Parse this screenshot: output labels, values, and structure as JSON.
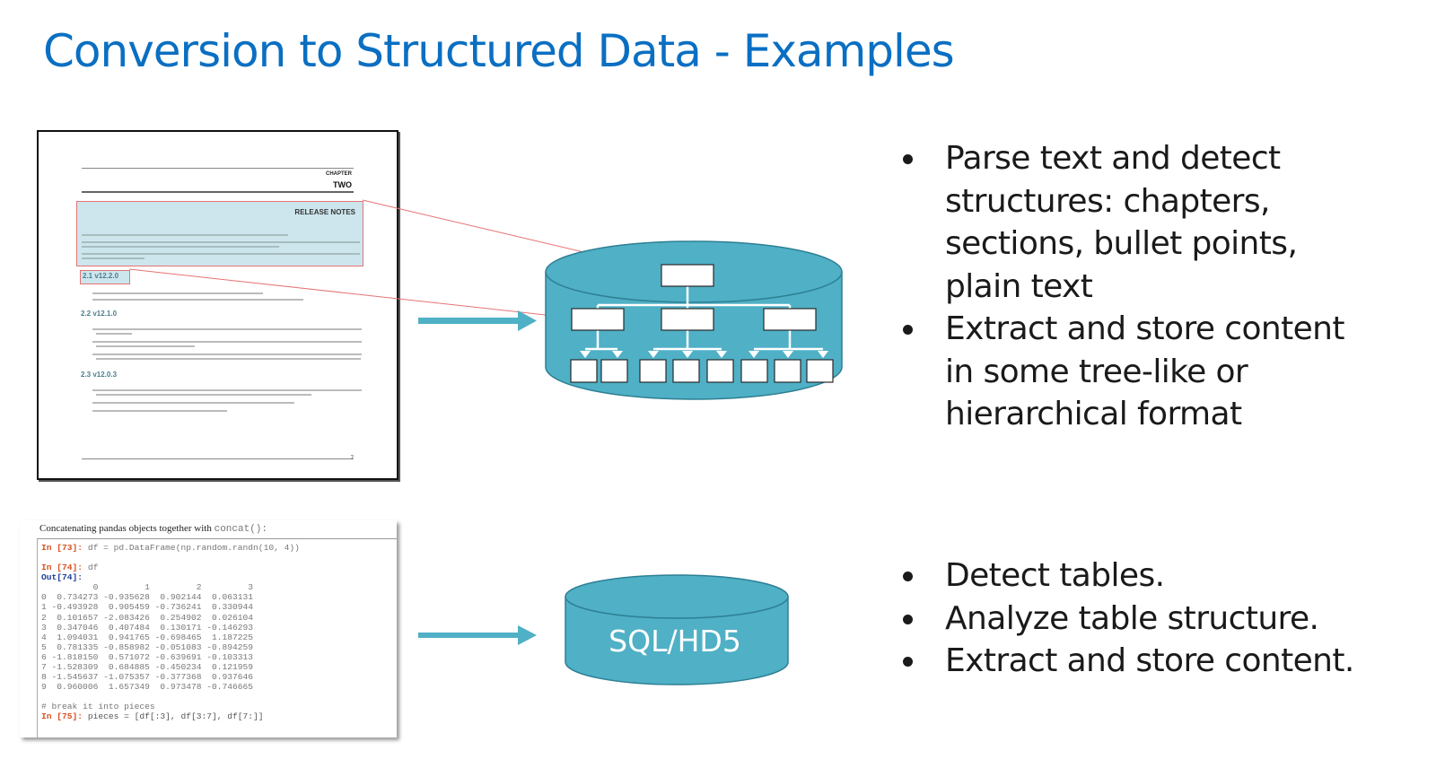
{
  "slide": {
    "title": "Conversion to Structured Data - Examples"
  },
  "document_example": {
    "chapter_label": "CHAPTER",
    "chapter_number": "TWO",
    "release_notes_heading": "RELEASE NOTES",
    "sections": [
      "2.1  v12.2.0",
      "2.2  v12.1.0",
      "2.3  v12.0.3"
    ],
    "page_number": "7"
  },
  "tree_database": {
    "levels": {
      "root": 1,
      "children": 3,
      "grandchildren_per_child": [
        2,
        3,
        3
      ]
    },
    "colors": {
      "cylinder_fill": "#4fb0c6",
      "cylinder_stroke": "#2e7f93",
      "node_fill": "#ffffff"
    }
  },
  "code_example": {
    "caption_prefix": "Concatenating pandas objects together with ",
    "caption_code": "concat():",
    "in73_prompt": "In [73]:",
    "in73_code": " df = pd.DataFrame(np.random.randn(10, 4))",
    "in74_prompt": "In [74]:",
    "in74_code": " df",
    "out74_prompt": "Out[74]:",
    "columns_line": "          0         1         2         3",
    "rows": [
      "0  0.734273 -0.935628  0.902144  0.063131",
      "1 -0.493928  0.905459 -0.736241  0.330944",
      "2  0.101657 -2.083426  0.254902  0.026104",
      "3  0.347046  0.407484  0.130171 -0.146293",
      "4  1.094031  0.941765 -0.698465  1.187225",
      "5  0.781335 -0.858982 -0.051083 -0.894259",
      "6 -1.818150  0.571072 -0.639691 -0.103313",
      "7 -1.528309  0.684885 -0.450234  0.121959",
      "8 -1.545637 -1.075357 -0.377368  0.937646",
      "9  0.960006  1.657349  0.973478 -0.746665"
    ],
    "comment": "# break it into pieces",
    "in75_prompt": "In [75]:",
    "in75_code": " pieces = [df[:3], df[3:7], df[7:]]"
  },
  "sql_database": {
    "label": "SQL/HD5"
  },
  "bullets_top": [
    {
      "lines": [
        "Parse text and detect",
        "structures: chapters,",
        "sections, bullet points,",
        "plain text"
      ]
    },
    {
      "lines": [
        "Extract and store content",
        "in some tree-like or",
        "hierarchical format"
      ]
    }
  ],
  "bullets_bottom": [
    {
      "lines": [
        "Detect tables."
      ]
    },
    {
      "lines": [
        "Analyze table structure."
      ]
    },
    {
      "lines": [
        "Extract and store content."
      ]
    }
  ],
  "colors": {
    "title": "#0a6fc2",
    "accent_teal": "#4fb0c6",
    "highlight_red": "#e57373",
    "highlight_fill": "#cde6ee"
  }
}
